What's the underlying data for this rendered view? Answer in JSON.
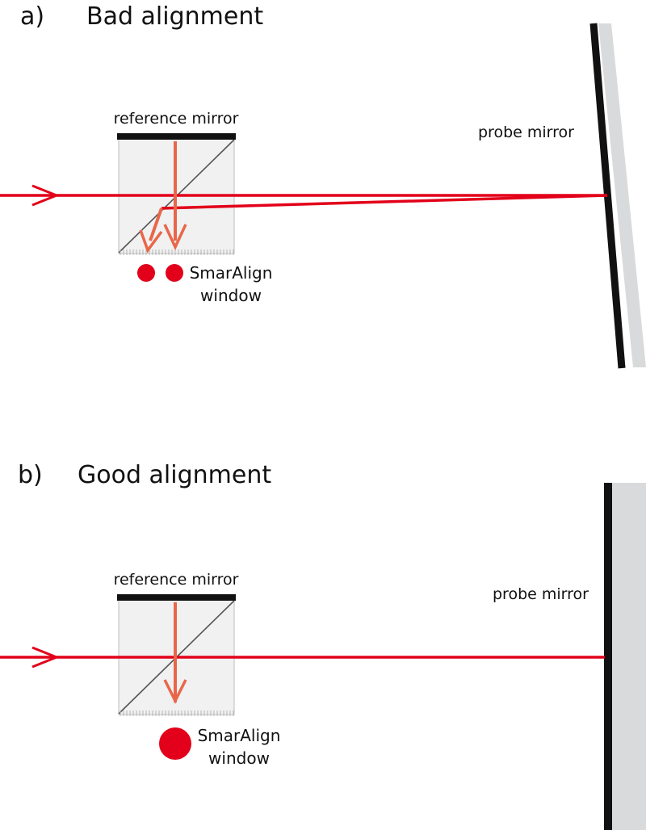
{
  "panels": [
    {
      "letter": "a)",
      "title": "Bad alignment",
      "reference_mirror_label": "reference mirror",
      "probe_mirror_label": "probe mirror",
      "window_label_line1": "SmarAlign",
      "window_label_line2": "window"
    },
    {
      "letter": "b)",
      "title": "Good alignment",
      "reference_mirror_label": "reference mirror",
      "probe_mirror_label": "probe mirror",
      "window_label_line1": "SmarAlign",
      "window_label_line2": "window"
    }
  ],
  "colors": {
    "laser_beam": "#e2001a",
    "reflected_beam": "#e8674a",
    "mirror_surface": "#111111",
    "mirror_back": "#d9dadb",
    "cube_fill": "#f1f1f1",
    "cube_edge": "#bdbdbd",
    "text": "#111111"
  }
}
